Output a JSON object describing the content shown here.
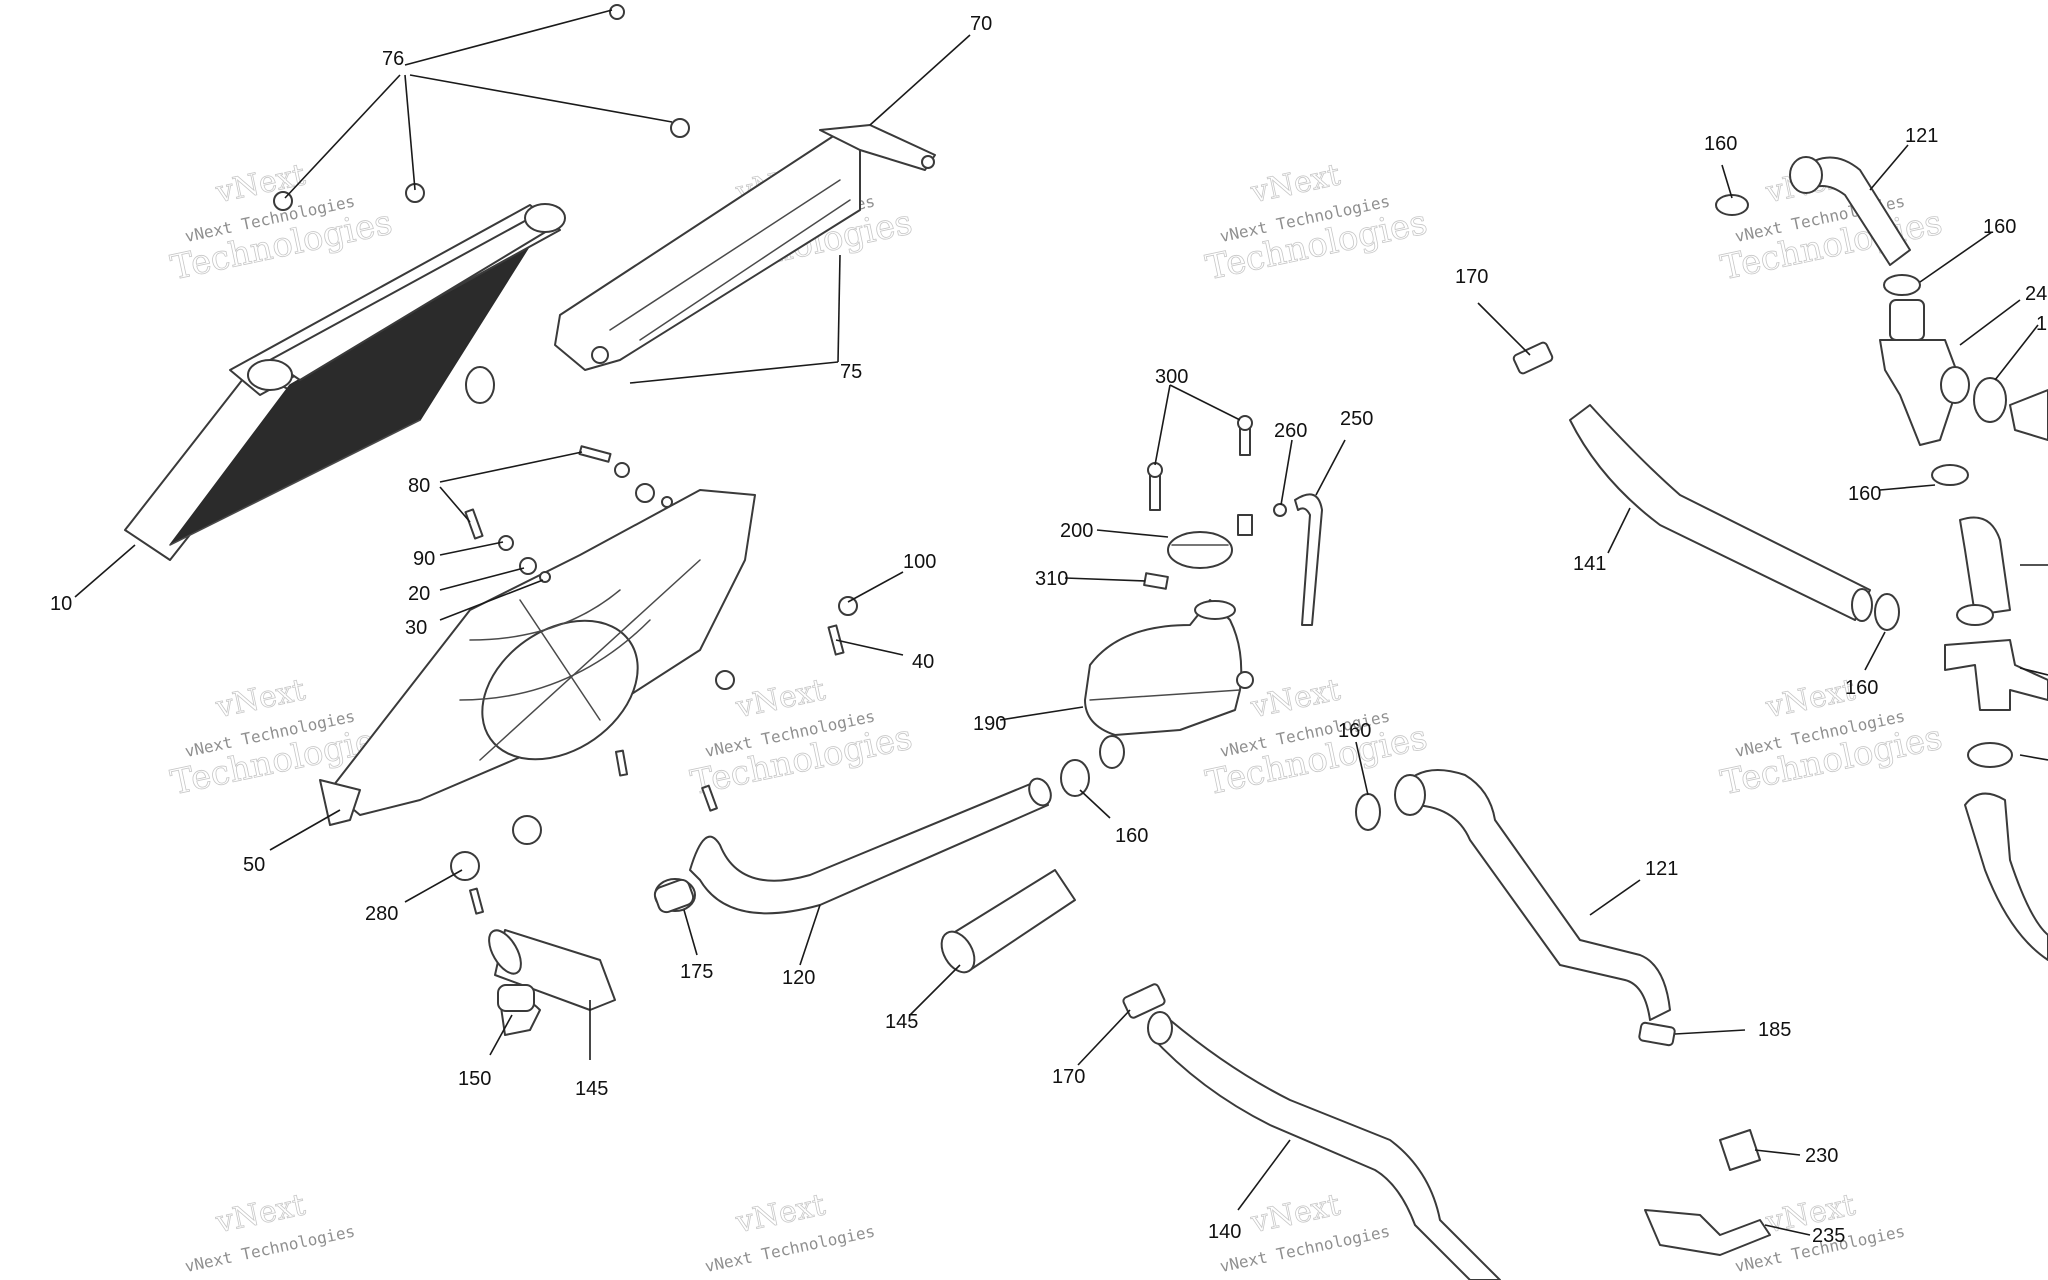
{
  "watermark": {
    "line1": "vNext",
    "line2": "vNext Technologies",
    "line3": "Technologies"
  },
  "callouts": [
    {
      "id": "c76",
      "text": "76"
    },
    {
      "id": "c70",
      "text": "70"
    },
    {
      "id": "c75",
      "text": "75"
    },
    {
      "id": "c10",
      "text": "10"
    },
    {
      "id": "c80",
      "text": "80"
    },
    {
      "id": "c90",
      "text": "90"
    },
    {
      "id": "c20",
      "text": "20"
    },
    {
      "id": "c30",
      "text": "30"
    },
    {
      "id": "c100",
      "text": "100"
    },
    {
      "id": "c40",
      "text": "40"
    },
    {
      "id": "c50",
      "text": "50"
    },
    {
      "id": "c280",
      "text": "280"
    },
    {
      "id": "c150",
      "text": "150"
    },
    {
      "id": "c145a",
      "text": "145"
    },
    {
      "id": "c175",
      "text": "175"
    },
    {
      "id": "c120",
      "text": "120"
    },
    {
      "id": "c145b",
      "text": "145"
    },
    {
      "id": "c160a",
      "text": "160"
    },
    {
      "id": "c190",
      "text": "190"
    },
    {
      "id": "c310",
      "text": "310"
    },
    {
      "id": "c200",
      "text": "200"
    },
    {
      "id": "c300",
      "text": "300"
    },
    {
      "id": "c260",
      "text": "260"
    },
    {
      "id": "c250",
      "text": "250"
    },
    {
      "id": "c170a",
      "text": "170"
    },
    {
      "id": "c170b",
      "text": "170"
    },
    {
      "id": "c140",
      "text": "140"
    },
    {
      "id": "c160b",
      "text": "160"
    },
    {
      "id": "c121a",
      "text": "121"
    },
    {
      "id": "c185",
      "text": "185"
    },
    {
      "id": "c141",
      "text": "141"
    },
    {
      "id": "c160c",
      "text": "160"
    },
    {
      "id": "c160d",
      "text": "160"
    },
    {
      "id": "c121b",
      "text": "121"
    },
    {
      "id": "c160e",
      "text": "160"
    },
    {
      "id": "c160f",
      "text": "160"
    },
    {
      "id": "c24",
      "text": "24"
    },
    {
      "id": "c1",
      "text": "1"
    },
    {
      "id": "c230",
      "text": "230"
    },
    {
      "id": "c235",
      "text": "235"
    }
  ]
}
